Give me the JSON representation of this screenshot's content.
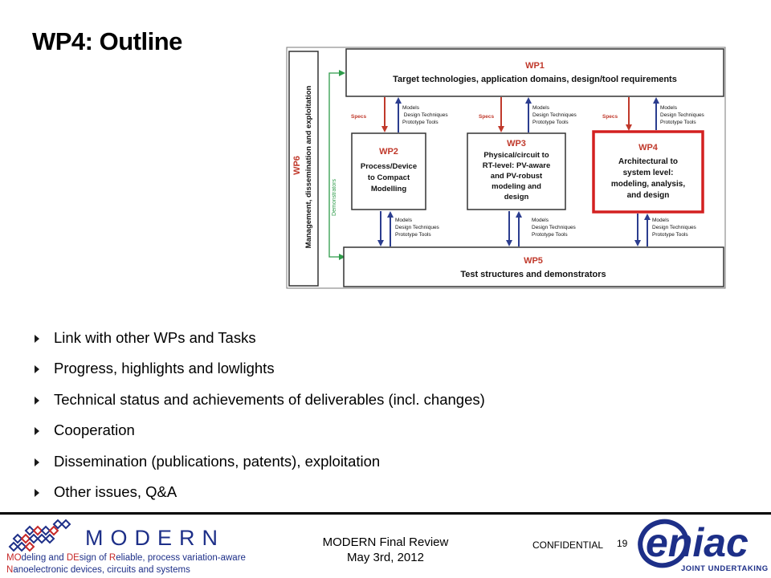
{
  "slide": {
    "title": "WP4: Outline",
    "bullets": [
      "Link with other WPs and Tasks",
      "Progress, highlights and lowlights",
      "Technical status and achievements of deliverables (incl. changes)",
      "Cooperation",
      "Dissemination (publications, patents), exploitation",
      "Other issues, Q&A"
    ]
  },
  "diagram": {
    "wp6_title": "WP6",
    "wp6_label": "Management, dissemination and exploitation",
    "demonstrators": "Demonstrators",
    "wp1_title": "WP1",
    "wp1_text": "Target technologies, application domains, design/tool requirements",
    "wp2_title": "WP2",
    "wp2_lines": [
      "Process/Device",
      "to Compact",
      "Modelling"
    ],
    "wp3_title": "WP3",
    "wp3_lines": [
      "Physical/circuit to",
      "RT-level: PV-aware",
      "and PV-robust",
      "modeling and",
      "design"
    ],
    "wp4_title": "WP4",
    "wp4_lines": [
      "Architectural to",
      "system level:",
      "modeling, analysis,",
      "and design"
    ],
    "wp5_title": "WP5",
    "wp5_text": "Test structures  and demonstrators",
    "specs": "Specs",
    "models_lines_top": [
      "Models",
      " Design Techniques",
      "Prototype Tools"
    ],
    "models_lines": [
      "Models",
      "Design Techniques",
      "Prototype Tools"
    ]
  },
  "footer": {
    "review_line1": "MODERN Final Review",
    "review_line2": "May 3rd, 2012",
    "confidential": "CONFIDENTIAL",
    "page_number": "19",
    "modern_logo_text": "MODERN",
    "modern_sub_line1_parts": [
      "MO",
      "deling and ",
      "DE",
      "sign of ",
      "R",
      "eliable, process variation-",
      "aware"
    ],
    "modern_sub_line2_parts": [
      "N",
      "anoelectronic devices, circuits and systems"
    ],
    "eniac_logo_text": "eniac",
    "eniac_sub": "JOINT UNDERTAKING"
  },
  "colors": {
    "red": "#c0392b",
    "wp4_border": "#d32020",
    "blue_arrow": "#2b3d8f",
    "green": "#2e9c4a",
    "modern_blue": "#1d2f88"
  }
}
